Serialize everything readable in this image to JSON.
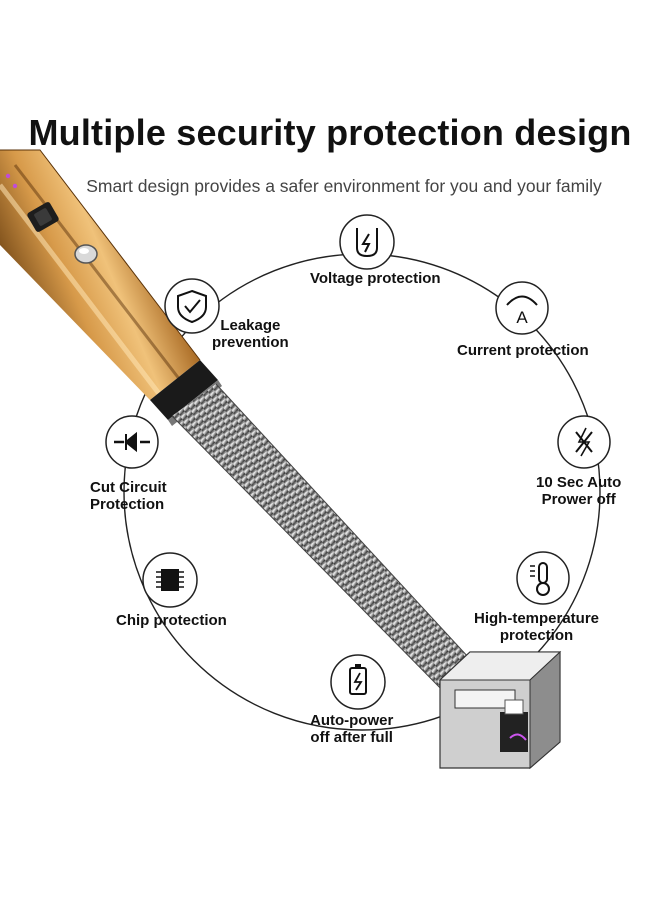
{
  "header": {
    "title": "Multiple security protection design",
    "subtitle": "Smart design provides a safer environment for you and your family"
  },
  "features": [
    {
      "id": "voltage",
      "icon": "voltage-icon",
      "lines": [
        "Voltage protection"
      ]
    },
    {
      "id": "current",
      "icon": "current-icon",
      "lines": [
        "Current protection"
      ]
    },
    {
      "id": "auto-off",
      "icon": "power-off-icon",
      "lines": [
        "10 Sec Auto",
        "Prower off"
      ]
    },
    {
      "id": "high-temp",
      "icon": "thermometer-icon",
      "lines": [
        "High-temperature",
        "protection"
      ]
    },
    {
      "id": "auto-power-full",
      "icon": "battery-icon",
      "lines": [
        "Auto-power",
        "off after full"
      ]
    },
    {
      "id": "chip",
      "icon": "chip-icon",
      "lines": [
        "Chip protection"
      ]
    },
    {
      "id": "cut-circuit",
      "icon": "circuit-icon",
      "lines": [
        "Cut Circuit",
        "Protection"
      ]
    },
    {
      "id": "leakage",
      "icon": "shield-icon",
      "lines": [
        "Leakage",
        "prevention"
      ]
    }
  ],
  "colors": {
    "lighter_body": "#c98a3a",
    "ring": "#222222",
    "icon_stroke": "#111111"
  }
}
